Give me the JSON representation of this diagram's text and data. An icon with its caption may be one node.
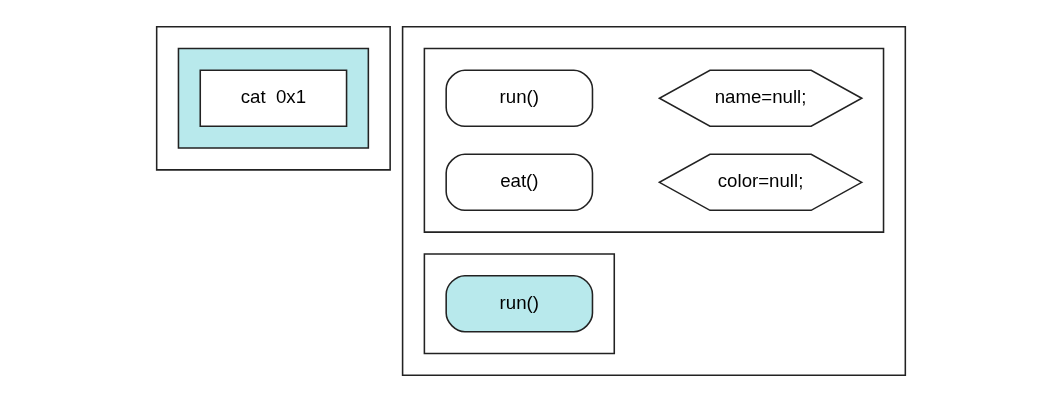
{
  "diagram": {
    "nodes": [
      {
        "text": [],
        "shape": "box"
      },
      {
        "text": [],
        "shape": "box",
        "in": 0
      },
      {
        "text": [
          "cat  0x1"
        ],
        "in": 1
      },
      {
        "text": [],
        "shape": "box"
      },
      {
        "text": [],
        "shape": "box",
        "in": 3
      },
      {
        "text": [
          "run()"
        ],
        "in": 4
      },
      {
        "text": [
          "eat()"
        ],
        "in": 4
      },
      {
        "text": [
          "name=null;"
        ],
        "in": 4
      },
      {
        "text": [
          "color=null;"
        ],
        "in": 4
      },
      {
        "text": [],
        "shape": "box",
        "in": 3
      },
      {
        "text": [
          "run()"
        ],
        "in": 9
      }
    ],
    "edges": []
  }
}
